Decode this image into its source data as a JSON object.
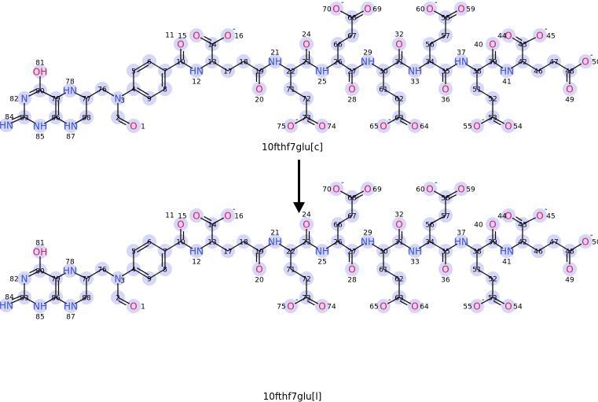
{
  "reaction": {
    "reactant_name": "10fthf7glu[c]",
    "product_name": "10fthf7glu[l]",
    "arrow": "arrow-down-icon"
  },
  "colors": {
    "oxygen": "#e8194a",
    "nitrogen": "#3050f0",
    "carbon": "#000000",
    "highlight": "#d6d6fa",
    "bond": "#111111"
  },
  "atoms": [
    {
      "n": "1",
      "el": "O"
    },
    {
      "n": "2",
      "el": "C"
    },
    {
      "n": "3",
      "el": "N"
    },
    {
      "n": "4",
      "el": "C"
    },
    {
      "n": "5",
      "el": "C"
    },
    {
      "n": "6",
      "el": "C"
    },
    {
      "n": "7",
      "el": "C"
    },
    {
      "n": "8",
      "el": "C"
    },
    {
      "n": "9",
      "el": "C"
    },
    {
      "n": "10",
      "el": "C"
    },
    {
      "n": "11",
      "el": "O"
    },
    {
      "n": "12",
      "el": "HN"
    },
    {
      "n": "13",
      "el": "C"
    },
    {
      "n": "14",
      "el": "C"
    },
    {
      "n": "15",
      "el": "O"
    },
    {
      "n": "16",
      "el": "O",
      "charge": "-"
    },
    {
      "n": "17",
      "el": "C"
    },
    {
      "n": "18",
      "el": "C"
    },
    {
      "n": "19",
      "el": "C"
    },
    {
      "n": "20",
      "el": "O"
    },
    {
      "n": "21",
      "el": "NH"
    },
    {
      "n": "22",
      "el": "C"
    },
    {
      "n": "23",
      "el": "C"
    },
    {
      "n": "24",
      "el": "O"
    },
    {
      "n": "25",
      "el": "NH"
    },
    {
      "n": "26",
      "el": "C"
    },
    {
      "n": "27",
      "el": "C"
    },
    {
      "n": "28",
      "el": "O"
    },
    {
      "n": "29",
      "el": "NH"
    },
    {
      "n": "30",
      "el": "C"
    },
    {
      "n": "31",
      "el": "C"
    },
    {
      "n": "32",
      "el": "O"
    },
    {
      "n": "33",
      "el": "NH"
    },
    {
      "n": "34",
      "el": "C"
    },
    {
      "n": "35",
      "el": "C"
    },
    {
      "n": "36",
      "el": "O"
    },
    {
      "n": "37",
      "el": "HN"
    },
    {
      "n": "38",
      "el": "C"
    },
    {
      "n": "39",
      "el": "C"
    },
    {
      "n": "40",
      "el": "O"
    },
    {
      "n": "41",
      "el": "HN"
    },
    {
      "n": "42",
      "el": "C"
    },
    {
      "n": "43",
      "el": "C"
    },
    {
      "n": "44",
      "el": "O"
    },
    {
      "n": "45",
      "el": "O",
      "charge": "-"
    },
    {
      "n": "46",
      "el": "C"
    },
    {
      "n": "47",
      "el": "C"
    },
    {
      "n": "48",
      "el": "C"
    },
    {
      "n": "49",
      "el": "O"
    },
    {
      "n": "50",
      "el": "O",
      "charge": "-"
    },
    {
      "n": "51",
      "el": "C"
    },
    {
      "n": "52",
      "el": "C"
    },
    {
      "n": "53",
      "el": "C"
    },
    {
      "n": "54",
      "el": "O"
    },
    {
      "n": "55",
      "el": "O",
      "charge": "-"
    },
    {
      "n": "56",
      "el": "C"
    },
    {
      "n": "57",
      "el": "C"
    },
    {
      "n": "58",
      "el": "C"
    },
    {
      "n": "59",
      "el": "O"
    },
    {
      "n": "60",
      "el": "O",
      "charge": "-"
    },
    {
      "n": "61",
      "el": "C"
    },
    {
      "n": "62",
      "el": "C"
    },
    {
      "n": "63",
      "el": "C"
    },
    {
      "n": "64",
      "el": "O"
    },
    {
      "n": "65",
      "el": "O",
      "charge": "-"
    },
    {
      "n": "66",
      "el": "C"
    },
    {
      "n": "67",
      "el": "C"
    },
    {
      "n": "68",
      "el": "C"
    },
    {
      "n": "69",
      "el": "O"
    },
    {
      "n": "70",
      "el": "O",
      "charge": "-"
    },
    {
      "n": "71",
      "el": "C"
    },
    {
      "n": "72",
      "el": "C"
    },
    {
      "n": "73",
      "el": "C"
    },
    {
      "n": "74",
      "el": "O"
    },
    {
      "n": "75",
      "el": "O",
      "charge": "-"
    },
    {
      "n": "76",
      "el": "C"
    },
    {
      "n": "77",
      "el": "C"
    },
    {
      "n": "78",
      "el": "HN"
    },
    {
      "n": "79",
      "el": "C"
    },
    {
      "n": "80",
      "el": "C"
    },
    {
      "n": "81",
      "el": "OH"
    },
    {
      "n": "82",
      "el": "N"
    },
    {
      "n": "83",
      "el": "C"
    },
    {
      "n": "84",
      "el": "HN"
    },
    {
      "n": "85",
      "el": "NH"
    },
    {
      "n": "86",
      "el": "C"
    },
    {
      "n": "87",
      "el": "HN"
    },
    {
      "n": "88",
      "el": "C"
    }
  ]
}
